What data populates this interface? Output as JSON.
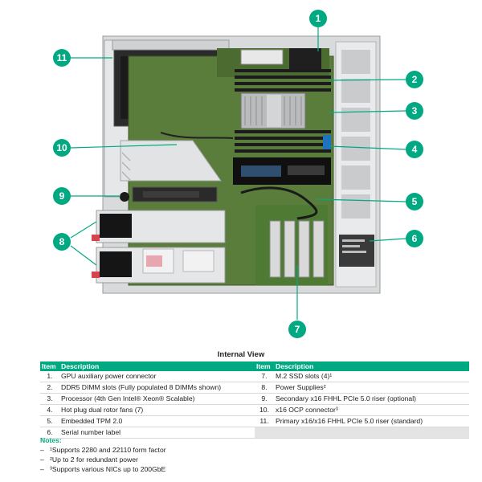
{
  "figure": {
    "callouts": [
      "1",
      "2",
      "3",
      "4",
      "5",
      "6",
      "7",
      "8",
      "9",
      "10",
      "11"
    ],
    "accent_color": "#01a982"
  },
  "caption": "Internal View",
  "table": {
    "headers": [
      "Item",
      "Description",
      "Item",
      "Description"
    ],
    "left": [
      {
        "item": "1.",
        "desc": "GPU auxiliary power connector"
      },
      {
        "item": "2.",
        "desc": "DDR5 DIMM slots (Fully populated 8 DIMMs shown)"
      },
      {
        "item": "3.",
        "desc": "Processor (4th Gen Intel® Xeon® Scalable)"
      },
      {
        "item": "4.",
        "desc": "Hot plug dual rotor fans (7)"
      },
      {
        "item": "5.",
        "desc": "Embedded TPM 2.0"
      },
      {
        "item": "6.",
        "desc": "Serial number label"
      }
    ],
    "right": [
      {
        "item": "7.",
        "desc": "M.2 SSD slots (4)¹"
      },
      {
        "item": "8.",
        "desc": "Power Supplies²"
      },
      {
        "item": "9.",
        "desc": "Secondary x16 FHHL PCIe 5.0 riser (optional)"
      },
      {
        "item": "10.",
        "desc": "x16 OCP connector³"
      },
      {
        "item": "11.",
        "desc": "Primary x16/x16 FHHL PCIe 5.0 riser (standard)"
      },
      {
        "item": "",
        "desc": ""
      }
    ]
  },
  "notes": {
    "title": "Notes:",
    "dash": "–",
    "lines": [
      "¹Supports 2280 and 22110 form factor",
      "²Up to 2 for redundant power",
      "³Supports various NICs up to 200GbE"
    ]
  }
}
